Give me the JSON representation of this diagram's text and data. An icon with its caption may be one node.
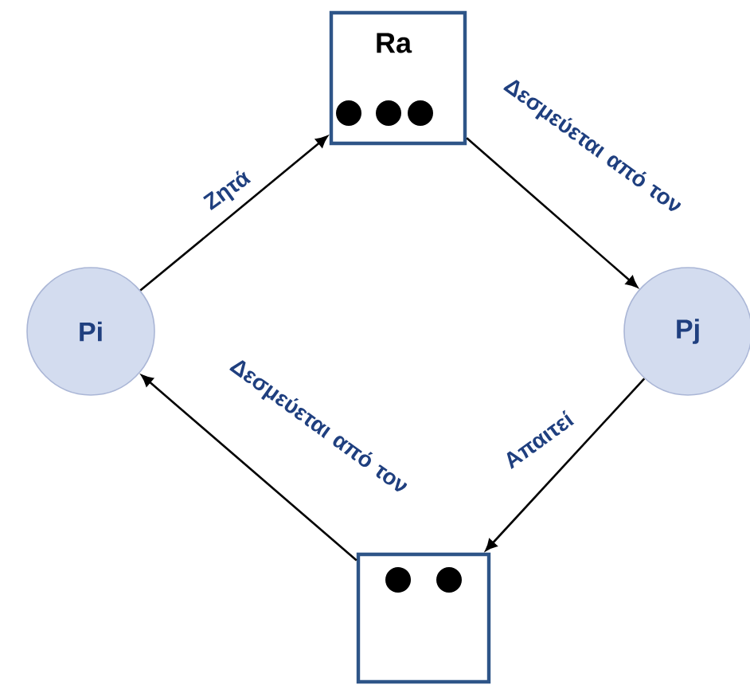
{
  "diagram": {
    "nodes": [
      {
        "text": [
          "Pi"
        ]
      },
      {
        "text": [
          "Ra"
        ]
      },
      {
        "text": [
          "Pj"
        ]
      },
      {
        "text": [],
        "shape": "box"
      }
    ],
    "edges": [
      {
        "from": 0,
        "to": 1,
        "arrow": "to",
        "label": "Ζητά"
      },
      {
        "from": 1,
        "to": 2,
        "arrow": "to",
        "label": "Δεσμεύεται από τον"
      },
      {
        "from": 2,
        "to": 3,
        "arrow": "to",
        "label": "Απαιτεί"
      },
      {
        "from": 3,
        "to": 0,
        "arrow": "to",
        "label": "Δεσμεύεται από τον"
      }
    ]
  }
}
